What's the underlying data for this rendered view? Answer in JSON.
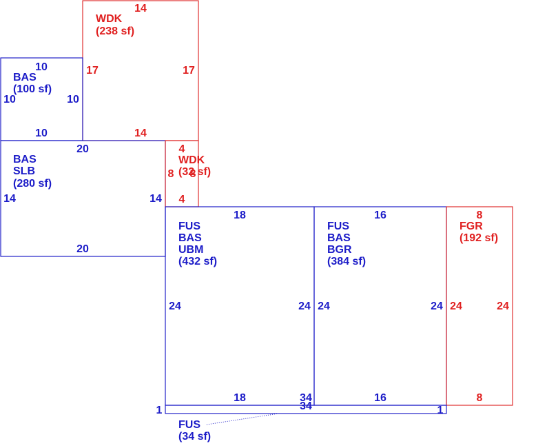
{
  "colors": {
    "blue": "#1c1cc8",
    "red": "#e02020"
  },
  "areas": {
    "wdk_top": {
      "code": "WDK",
      "area": "(238 sf)",
      "dims": {
        "top": "14",
        "left": "17",
        "right": "17",
        "bottom": "14"
      }
    },
    "bas_small": {
      "code": "BAS",
      "area": "(100 sf)",
      "dims": {
        "top": "10",
        "left": "10",
        "right": "10",
        "bottom": "10"
      }
    },
    "bas_slb": {
      "code1": "BAS",
      "code2": "SLB",
      "area": "(280 sf)",
      "dims": {
        "top": "20",
        "left": "14",
        "right": "14",
        "bottom": "20"
      }
    },
    "wdk_small": {
      "code": "WDK",
      "area": "(32 sf)",
      "dims": {
        "top": "4",
        "left": "8",
        "right": "8",
        "bottom": "4"
      }
    },
    "fus_ubm": {
      "code1": "FUS",
      "code2": "BAS",
      "code3": "UBM",
      "area": "(432 sf)",
      "dims": {
        "top": "18",
        "left": "24",
        "right": "24",
        "bottom": "18"
      }
    },
    "fus_bgr": {
      "code1": "FUS",
      "code2": "BAS",
      "code3": "BGR",
      "area": "(384 sf)",
      "dims": {
        "top": "16",
        "left": "24",
        "right": "24",
        "bottom": "16"
      }
    },
    "fgr": {
      "code": "FGR",
      "area": "(192 sf)",
      "dims": {
        "top": "8",
        "left": "24",
        "right": "24",
        "bottom": "8"
      }
    },
    "fus_strip": {
      "code": "FUS",
      "area": "(34 sf)",
      "dims": {
        "top": "34",
        "left": "1",
        "right": "1",
        "bottom": "34"
      }
    }
  }
}
